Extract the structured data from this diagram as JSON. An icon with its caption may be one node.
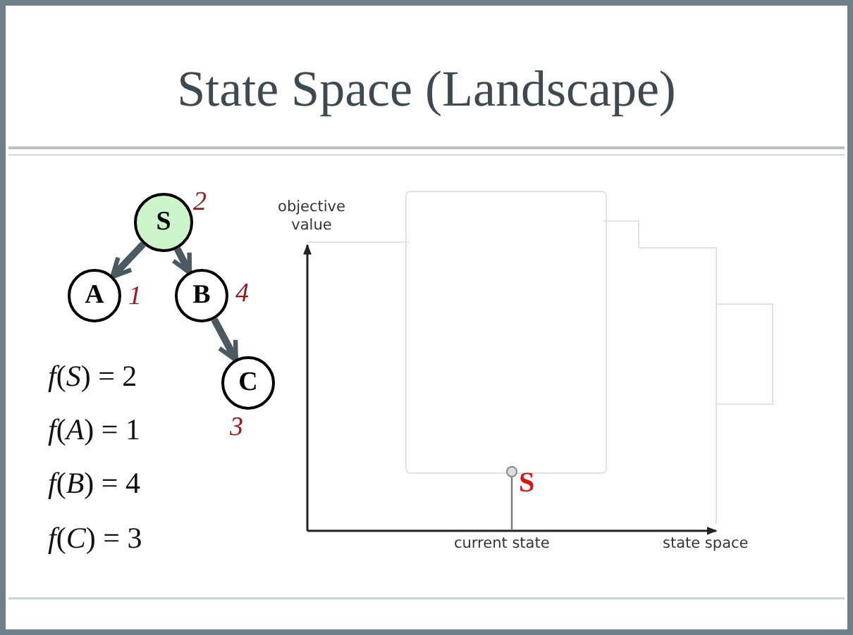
{
  "diagram": {
    "title": "State Space (Landscape)",
    "nodes": [
      {
        "text": [
          "S"
        ],
        "beside": [
          "2"
        ]
      },
      {
        "text": [
          "A"
        ],
        "beside": [
          "1"
        ]
      },
      {
        "text": [
          "B"
        ],
        "beside": [
          "4"
        ]
      },
      {
        "text": [
          "C"
        ],
        "beside": [
          "3"
        ]
      }
    ],
    "edges": [
      {
        "from": 0,
        "to": 1,
        "arrow": "to"
      },
      {
        "from": 0,
        "to": 2,
        "arrow": "to"
      },
      {
        "from": 2,
        "to": 3,
        "arrow": "to"
      }
    ],
    "labels": [
      "*f*(*S*) = 2",
      "*f*(*A*) = 1",
      "*f*(*B*) = 4",
      "*f*(*C*) = 3",
      "objective value",
      "current state",
      "state space",
      "S"
    ]
  }
}
